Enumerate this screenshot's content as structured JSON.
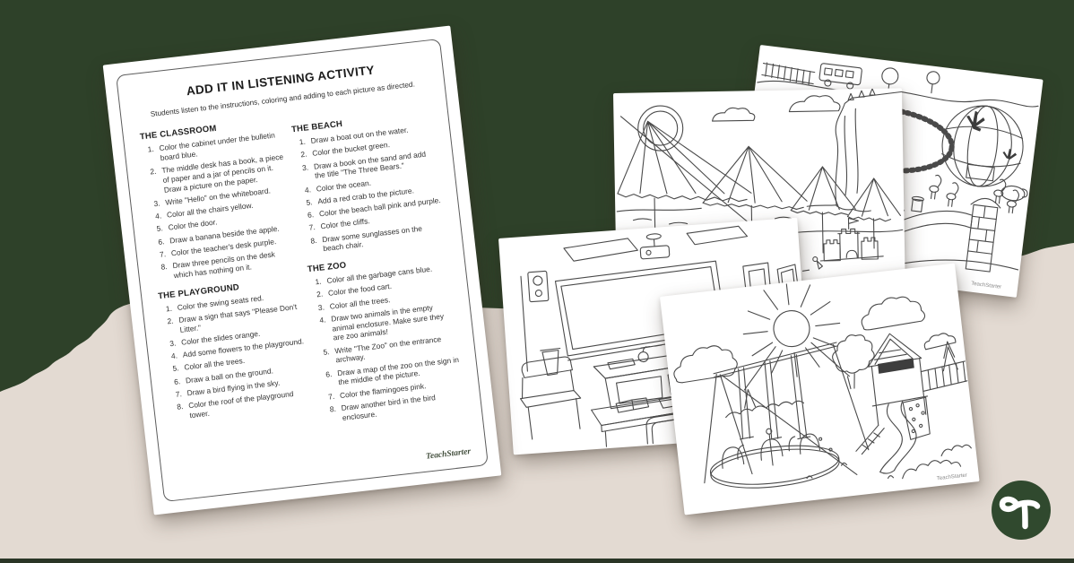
{
  "background": {
    "green": "#2e4129",
    "blob_beige": "#e3dad2",
    "bottom_bar": "#2a3526"
  },
  "brand": {
    "logo_name": "teach-starter-logo",
    "logo_circle_color": "#30492e",
    "logo_glyph_color": "#ffffff"
  },
  "worksheet": {
    "title": "ADD IT IN LISTENING ACTIVITY",
    "subtitle": "Students listen to the instructions, coloring and adding to each picture as directed.",
    "footer_brand": "TeachStarter",
    "sections": [
      {
        "heading": "THE CLASSROOM",
        "items": [
          "Color the cabinet under the bulletin board blue.",
          "The middle desk has a book, a piece of paper and a jar of pencils on it. Draw a picture on the paper.",
          "Write \"Hello\" on the whiteboard.",
          "Color all the chairs yellow.",
          "Color the door.",
          "Draw a banana beside the apple.",
          "Color the teacher's desk purple.",
          "Draw three pencils on the desk which has nothing on it."
        ]
      },
      {
        "heading": "THE PLAYGROUND",
        "items": [
          "Color the swing seats red.",
          "Draw a sign that says \"Please Don't Litter.\"",
          "Color the slides orange.",
          "Add some flowers to the playground.",
          "Color all the trees.",
          "Draw a ball on the ground.",
          "Draw a bird flying in the sky.",
          "Color the roof of the playground tower."
        ]
      },
      {
        "heading": "THE BEACH",
        "items": [
          "Draw a boat out on the water.",
          "Color the bucket green.",
          "Draw a book on the sand and add the title \"The Three Bears.\"",
          "Color the ocean.",
          "Add a red crab to the picture.",
          "Color the beach ball pink and purple.",
          "Color the cliffs.",
          "Draw some sunglasses on the beach chair."
        ]
      },
      {
        "heading": "THE ZOO",
        "items": [
          "Color all the garbage cans blue.",
          "Color the food cart.",
          "Color all the trees.",
          "Draw two animals in the empty animal enclosure. Make sure they are zoo animals!",
          "Write \"The Zoo\" on the entrance archway.",
          "Draw a map of the zoo on the sign in the middle of the picture.",
          "Color the flamingoes pink.",
          "Draw another bird in the bird enclosure."
        ]
      }
    ]
  },
  "coloring_pages": [
    {
      "name": "classroom",
      "description": "Line-art coloring page of a classroom with whiteboard, ceiling projector, speaker, teacher's desk with an apple, student desk, chair and trash can"
    },
    {
      "name": "beach",
      "description": "Line-art coloring page of a beach with sun, clouds, beach umbrellas, ocean, cliffs and a sandcastle"
    },
    {
      "name": "zoo",
      "description": "Line-art coloring page of a zoo with a bus, food cart, animal enclosure, bird dome aviary, flamingos and a brick entrance archway",
      "watermark": "TeachStarter"
    },
    {
      "name": "playground",
      "description": "Line-art coloring page of a playground with sun, clouds, swing set, merry-go-round, climbing tower with slide, trees and bushes",
      "watermark": "TeachStarter"
    }
  ]
}
